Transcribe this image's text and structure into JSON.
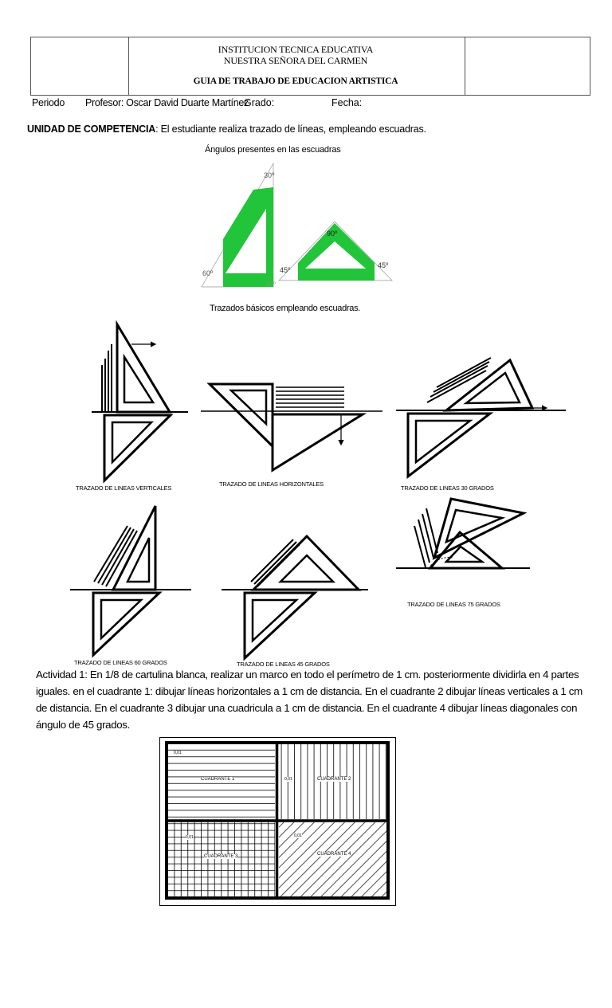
{
  "header": {
    "institution_line1": "INSTITUCION TECNICA EDUCATIVA",
    "institution_line2": "NUESTRA SEÑORA DEL CARMEN",
    "guide_title": "GUIA DE TRABAJO DE EDUCACION ARTISTICA"
  },
  "info_row": {
    "periodo": "Periodo",
    "profesor": "Profesor: Oscar David Duarte Martínez",
    "grado": "Grado:",
    "fecha": "Fecha:"
  },
  "competencia": {
    "label": "UNIDAD DE COMPETENCIA",
    "text": ":  El estudiante realiza trazado de líneas, empleando escuadras."
  },
  "angles_section": {
    "title": "Ángulos presentes en las escuadras",
    "labels": [
      "30º",
      "60º",
      "90º",
      "90º",
      "45º",
      "45º"
    ],
    "color": "#22c43a"
  },
  "tracings_section": {
    "title": "Trazados básicos empleando escuadras.",
    "captions": {
      "verticales": "TRAZADO DE LINEAS VERTICALES",
      "horizontales": "TRAZADO DE LINEAS HORIZONTALES",
      "treinta": "TRAZADO DE LINEAS 30 GRADOS",
      "setenta_cinco": "TRAZADO DE LINEAS 75 GRADOS",
      "sesenta": "TRAZADO DE LINEAS 60 GRADOS",
      "cuarenta_cinco": "TRAZADO DE LINEAS 45 GRADOS"
    }
  },
  "activity": {
    "text": "Actividad 1: En 1/8 de cartulina blanca, realizar un marco en todo el perímetro de 1 cm. posteriormente dividirla en 4 partes iguales. en el cuadrante 1: dibujar líneas horizontales a 1 cm de distancia. En el cuadrante 2 dibujar líneas verticales a 1 cm de distancia. En el cuadrante 3 dibujar una cuadricula a 1 cm de distancia. En el cuadrante 4 dibujar líneas diagonales con ángulo de 45 grados."
  },
  "quadrants": {
    "q1": "CUADRANTE 1",
    "q2": "CUADRANTE 2",
    "q3": "CUADRANTE 3",
    "q4": "CUADRANTE 4",
    "dimension": "0,01"
  }
}
